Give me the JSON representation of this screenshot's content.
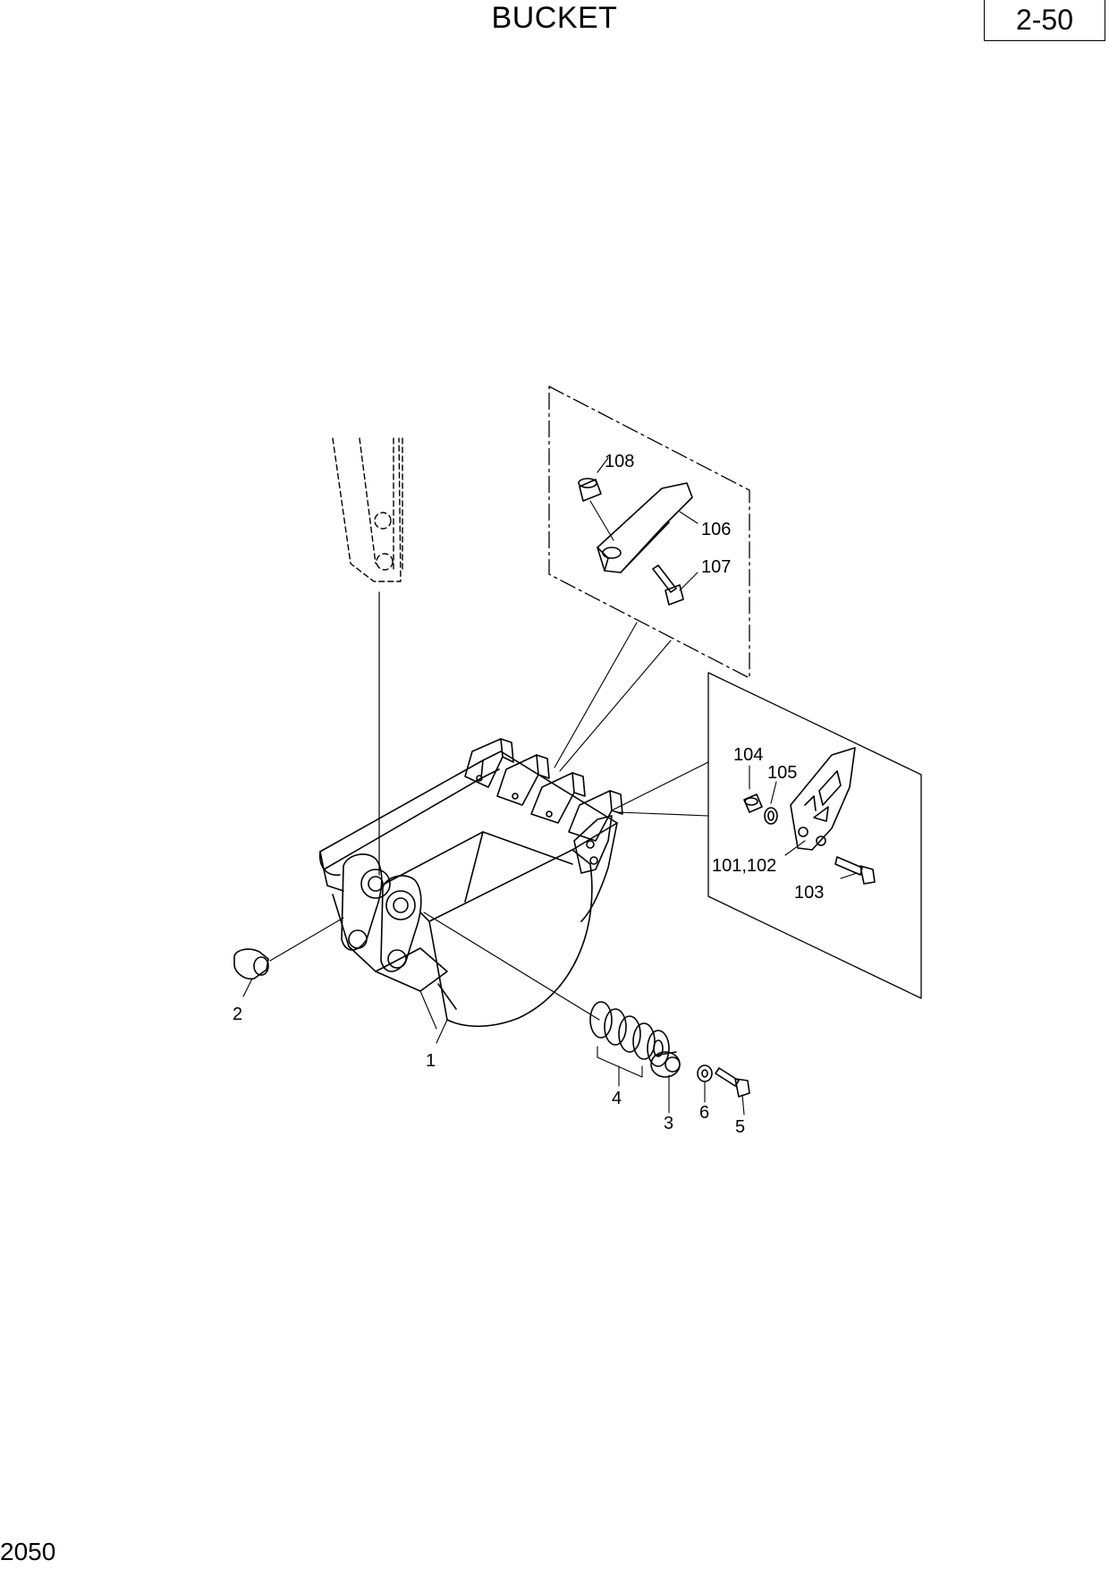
{
  "header": {
    "title": "BUCKET",
    "page_ref": "2-50"
  },
  "footer": {
    "code": "2050"
  },
  "callouts": {
    "c1": "1",
    "c2": "2",
    "c3": "3",
    "c4": "4",
    "c5": "5",
    "c6": "6",
    "c101": "101,102",
    "c103": "103",
    "c104": "104",
    "c105": "105",
    "c106": "106",
    "c107": "107",
    "c108": "108"
  }
}
